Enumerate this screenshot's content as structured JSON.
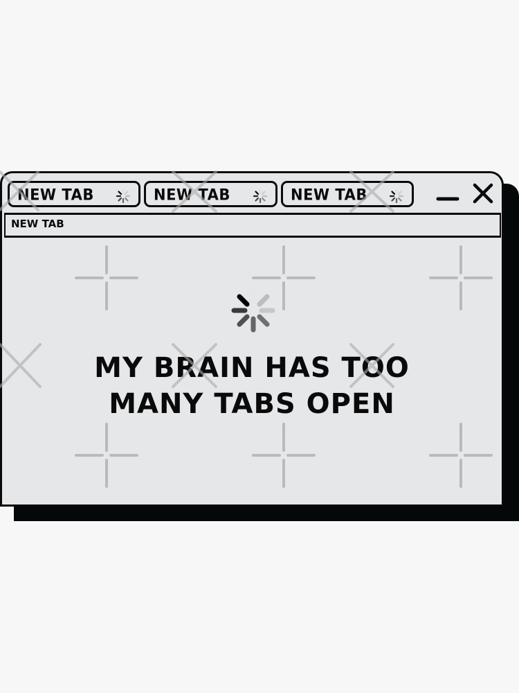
{
  "window": {
    "tabs": [
      {
        "label": "NEW TAB",
        "loading": true
      },
      {
        "label": "NEW TAB",
        "loading": true
      },
      {
        "label": "NEW TAB",
        "loading": true
      }
    ],
    "controls": {
      "minimize": "minimize-icon",
      "close": "close-icon"
    },
    "address_bar": {
      "value": "NEW TAB"
    },
    "content": {
      "spinner": "loading-spinner-icon",
      "headline_line1": "MY BRAIN HAS TOO",
      "headline_line2": "MANY TABS OPEN"
    }
  },
  "colors": {
    "frame": "#0a0a0a",
    "window_bg": "#e6e7e9",
    "page_bg": "#f7f7f7",
    "watermark": "#b5b5b5"
  }
}
